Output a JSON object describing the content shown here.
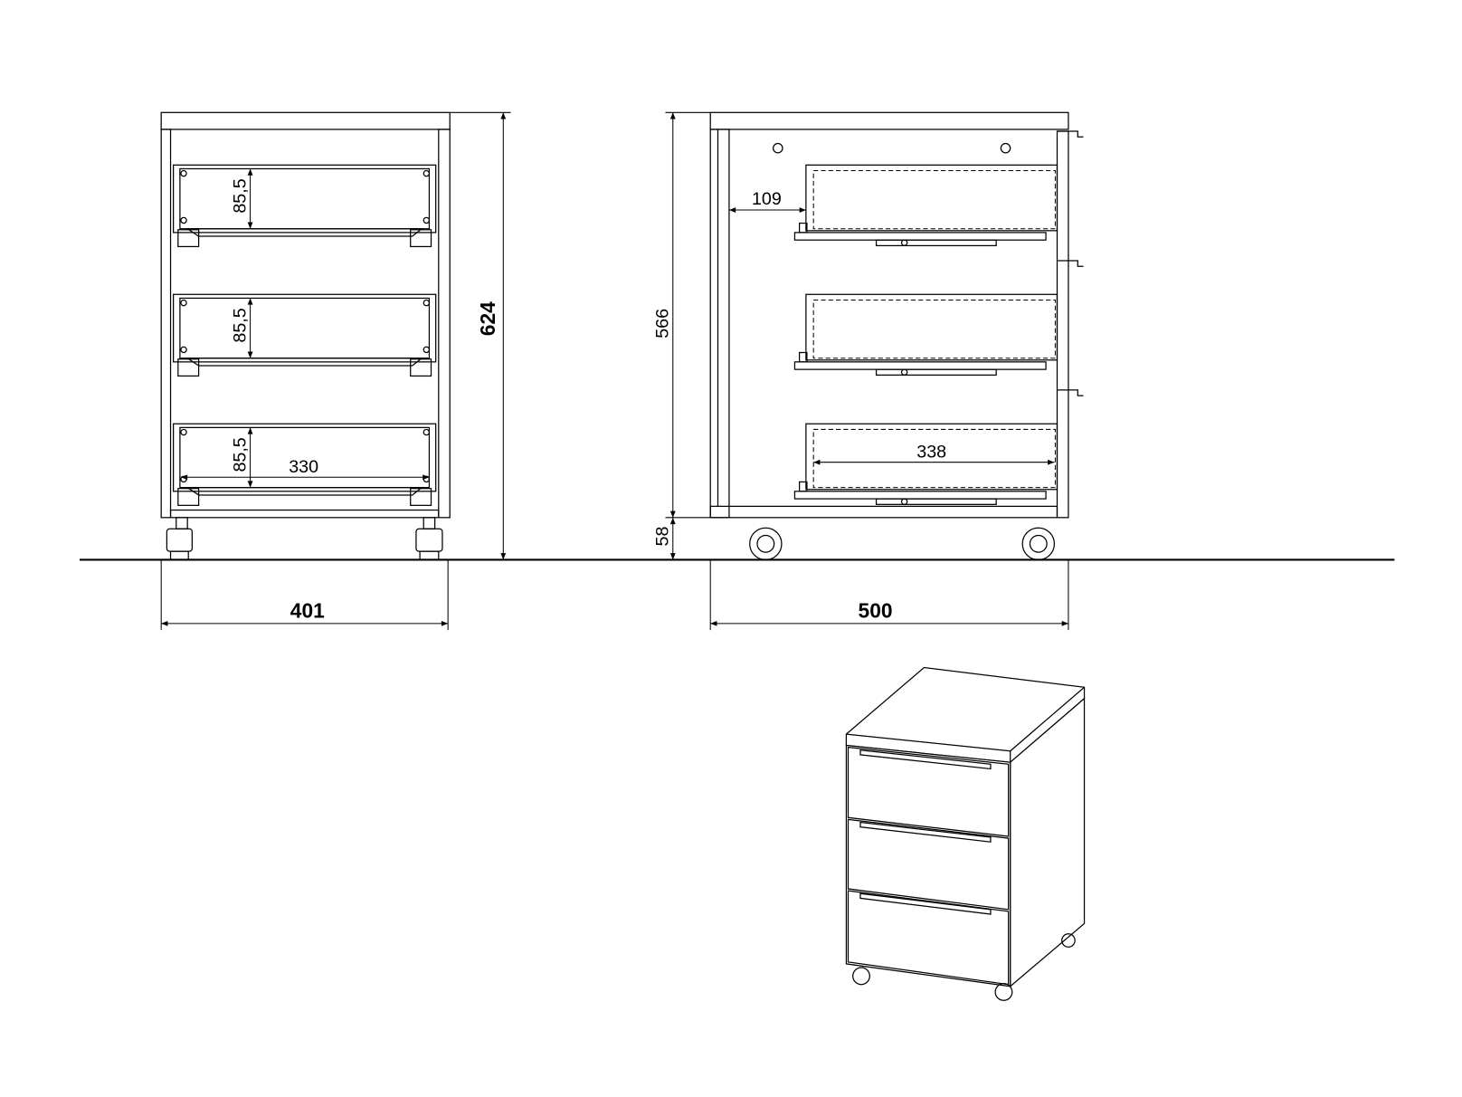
{
  "front_view": {
    "drawer_heights": [
      "85,5",
      "85,5",
      "85,5"
    ],
    "drawer_inner_width": "330",
    "total_height": "624",
    "total_width": "401"
  },
  "side_view": {
    "back_offset": "109",
    "drawer_depth": "338",
    "body_height": "566",
    "caster_height": "58",
    "total_depth": "500"
  }
}
